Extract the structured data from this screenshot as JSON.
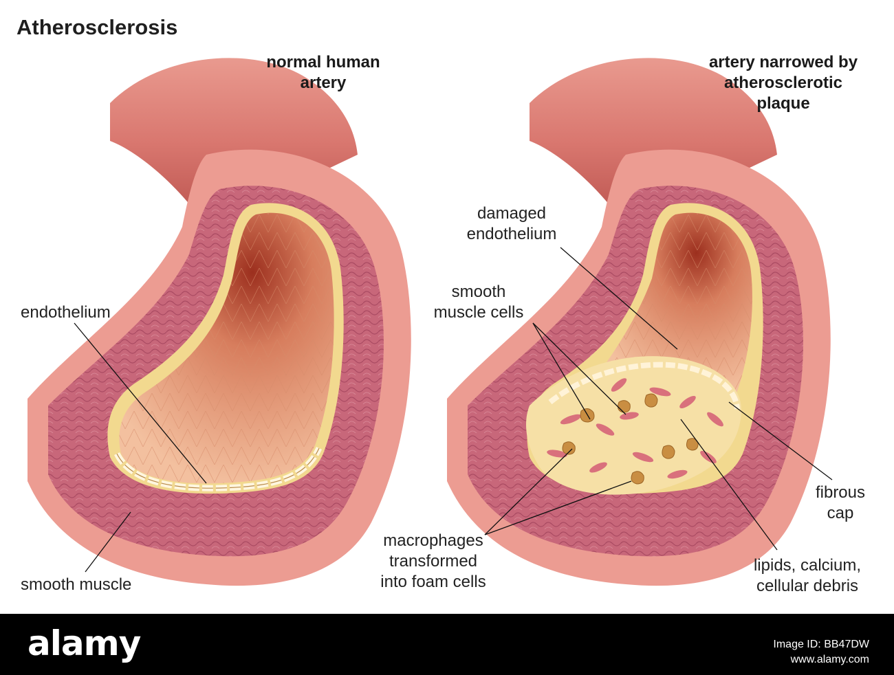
{
  "title": "Atherosclerosis",
  "normal": {
    "heading_line1": "normal human",
    "heading_line2": "artery",
    "endothelium": "endothelium",
    "smooth_muscle": "smooth muscle"
  },
  "narrowed": {
    "heading_line1": "artery narrowed by",
    "heading_line2": "atherosclerotic",
    "heading_line3": "plaque",
    "damaged_line1": "damaged",
    "damaged_line2": "endothelium",
    "smc_line1": "smooth",
    "smc_line2": "muscle cells",
    "fibrous_line1": "fibrous",
    "fibrous_line2": "cap",
    "macro_line1": "macrophages",
    "macro_line2": "transformed",
    "macro_line3": "into foam cells",
    "lipids_line1": "lipids, calcium,",
    "lipids_line2": "cellular debris"
  },
  "footer": {
    "logo": "alamy",
    "image_id": "Image ID: BB47DW",
    "url": "www.alamy.com"
  },
  "colors": {
    "outer_tube": "#d9776f",
    "muscle": "#c8677a",
    "intima": "#f2d98f",
    "lumen": "#f0b38e",
    "plaque": "#f6e0a6",
    "foam_cell": "#c98e42"
  }
}
